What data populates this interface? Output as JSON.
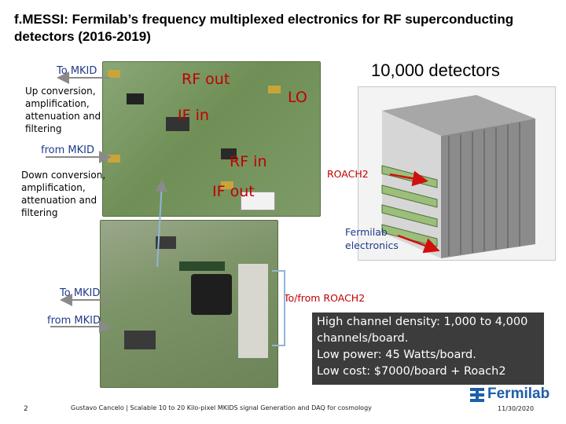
{
  "slide": {
    "title": "f.MESSI: Fermilab’s frequency multiplexed electronics for RF superconducting detectors (2016-2019)",
    "page_number": "2",
    "footer_text": "Gustavo Cancelo | Scalable 10 to 20 Kilo-pixel MKIDS signal Generation and DAQ for cosmology",
    "date": "11/30/2020",
    "logo_text": "Fermilab"
  },
  "labels": {
    "to_mkid_top": "To MKID",
    "up_conversion": "Up conversion, amplification, attenuation and filtering",
    "from_mkid_top": "from MKID",
    "down_conversion": "Down conversion, amplification, attenuation and filtering",
    "rf_out": "RF out",
    "if_in": "IF in",
    "lo": "LO",
    "rf_in": "RF in",
    "if_out": "IF out",
    "ten_thousand": "10,000 detectors",
    "roach2": "ROACH2",
    "fermilab_electronics": "Fermilab electronics",
    "to_mkid_bottom": "To MKID",
    "from_mkid_bottom": "from MKID",
    "to_from_roach2": "To/from ROACH2"
  },
  "specs": [
    "High channel density: 1,000 to 4,000 channels/board.",
    "Low power: 45 Watts/board.",
    "Low cost: $7000/board + Roach2"
  ],
  "colors": {
    "accent_red": "#c00000",
    "navy": "#1f3a8a",
    "board_green": "#6f8f56",
    "spec_box": "#3c3c3c"
  }
}
